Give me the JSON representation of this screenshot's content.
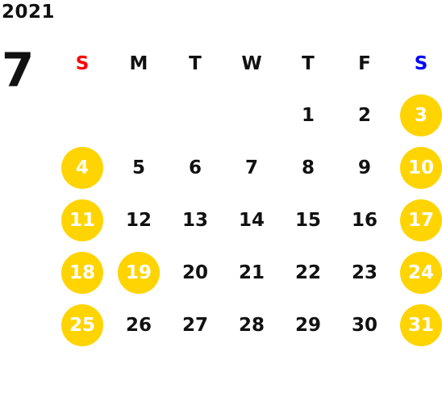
{
  "calendar": {
    "year": "2021",
    "month": "7",
    "weekdays": [
      {
        "label": "S",
        "color": "#ff0000"
      },
      {
        "label": "M",
        "color": "#111111"
      },
      {
        "label": "T",
        "color": "#111111"
      },
      {
        "label": "W",
        "color": "#111111"
      },
      {
        "label": "T",
        "color": "#111111"
      },
      {
        "label": "F",
        "color": "#111111"
      },
      {
        "label": "S",
        "color": "#0000ff"
      }
    ],
    "weeks": [
      [
        {
          "day": ""
        },
        {
          "day": ""
        },
        {
          "day": ""
        },
        {
          "day": ""
        },
        {
          "day": "1"
        },
        {
          "day": "2"
        },
        {
          "day": "3",
          "highlight": true
        }
      ],
      [
        {
          "day": "4",
          "highlight": true
        },
        {
          "day": "5"
        },
        {
          "day": "6"
        },
        {
          "day": "7"
        },
        {
          "day": "8"
        },
        {
          "day": "9"
        },
        {
          "day": "10",
          "highlight": true
        }
      ],
      [
        {
          "day": "11",
          "highlight": true
        },
        {
          "day": "12"
        },
        {
          "day": "13"
        },
        {
          "day": "14"
        },
        {
          "day": "15"
        },
        {
          "day": "16"
        },
        {
          "day": "17",
          "highlight": true
        }
      ],
      [
        {
          "day": "18",
          "highlight": true
        },
        {
          "day": "19",
          "highlight": true
        },
        {
          "day": "20"
        },
        {
          "day": "21"
        },
        {
          "day": "22"
        },
        {
          "day": "23"
        },
        {
          "day": "24",
          "highlight": true
        }
      ],
      [
        {
          "day": "25",
          "highlight": true
        },
        {
          "day": "26"
        },
        {
          "day": "27"
        },
        {
          "day": "28"
        },
        {
          "day": "29"
        },
        {
          "day": "30"
        },
        {
          "day": "31",
          "highlight": true
        }
      ]
    ],
    "highlight_color": "#FFD400"
  }
}
